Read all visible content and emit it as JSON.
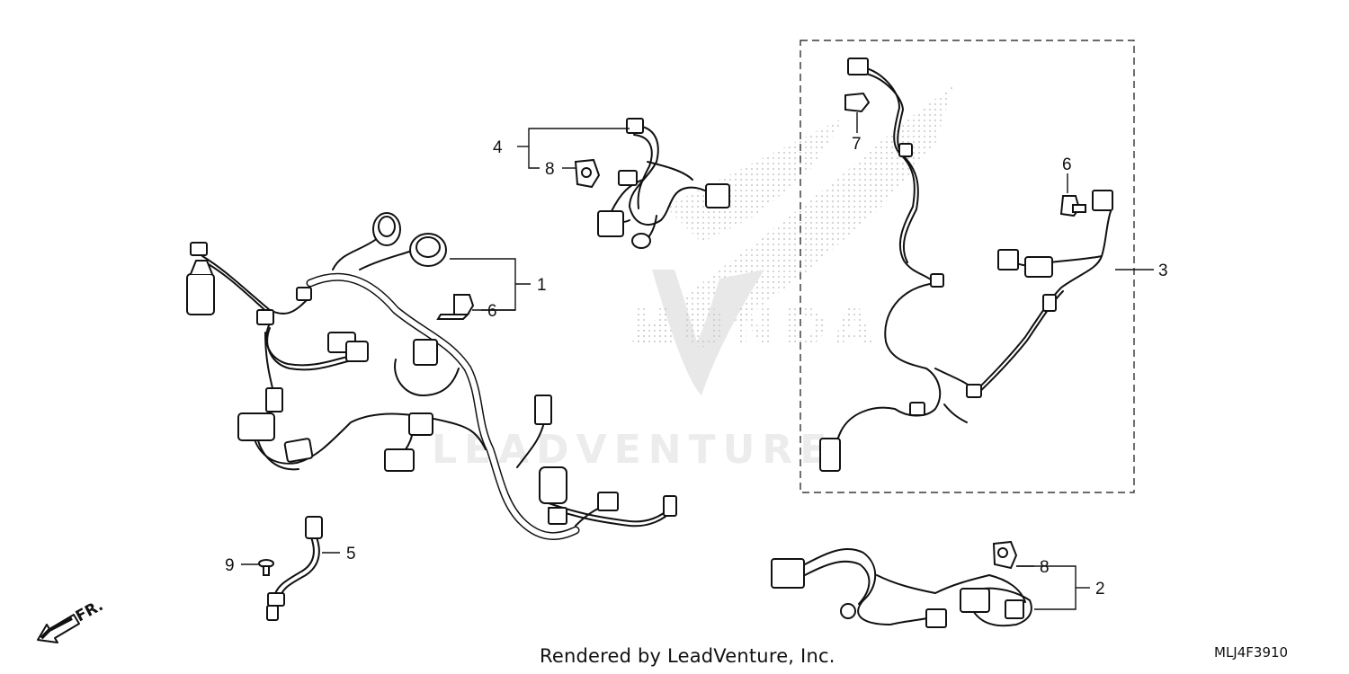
{
  "diagram": {
    "callouts": {
      "c1": "1",
      "c2": "2",
      "c3": "3",
      "c4": "4",
      "c5": "5",
      "c6a": "6",
      "c6b": "6",
      "c7": "7",
      "c8a": "8",
      "c8b": "8",
      "c9": "9"
    },
    "direction_label": "FR.",
    "watermark_brand": "HONDA",
    "watermark_text": "LEADVENTURE",
    "footer_credit": "Rendered by LeadVenture, Inc.",
    "diagram_code": "MLJ4F3910"
  },
  "colors": {
    "line": "#111111",
    "watermark": "#cfcfcf"
  }
}
